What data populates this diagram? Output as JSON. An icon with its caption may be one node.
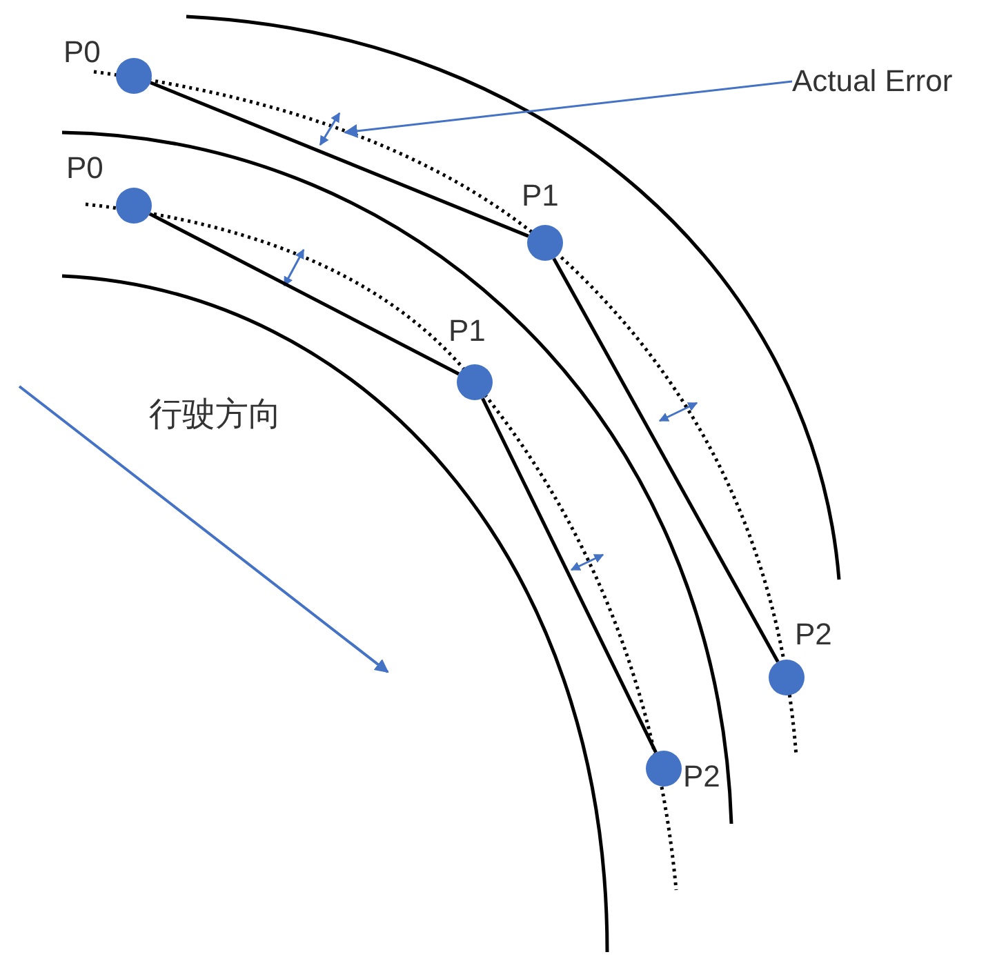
{
  "diagram": {
    "nodes": [
      {
        "text": [
          "P0"
        ]
      },
      {
        "text": [
          "P1"
        ]
      },
      {
        "text": [
          "P2"
        ]
      },
      {
        "text": [
          "P0"
        ]
      },
      {
        "text": [
          "P1"
        ]
      },
      {
        "text": [
          "P2"
        ]
      },
      {
        "text": [
          "Actual Error"
        ]
      }
    ],
    "edges": [
      {
        "from": 0,
        "to": 1,
        "arrow": "none"
      },
      {
        "from": 1,
        "to": 2,
        "arrow": "none"
      },
      {
        "from": 3,
        "to": 4,
        "arrow": "none"
      },
      {
        "from": 4,
        "to": 5,
        "arrow": "none"
      },
      {
        "from": 6,
        "to": null,
        "arrow": "to",
        "color": "#4472c4"
      }
    ],
    "labels": [
      "行驶方向"
    ]
  }
}
